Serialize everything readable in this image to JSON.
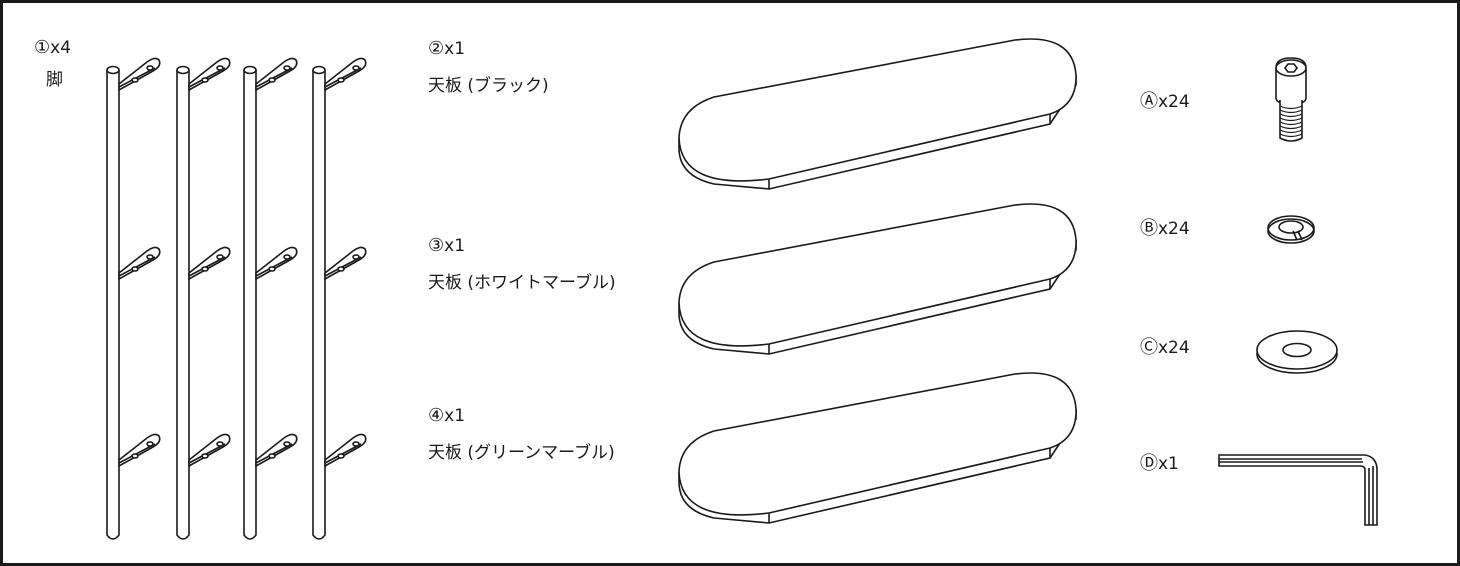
{
  "parts": {
    "legs": {
      "number": "①",
      "qty": "x4",
      "name": "脚"
    },
    "top_black": {
      "number": "②",
      "qty": "x1",
      "name": "天板 (ブラック)"
    },
    "top_white": {
      "number": "③",
      "qty": "x1",
      "name": "天板 (ホワイトマーブル)"
    },
    "top_green": {
      "number": "④",
      "qty": "x1",
      "name": "天板 (グリーンマーブル)"
    },
    "bolt": {
      "letter": "Ⓐ",
      "qty": "x24"
    },
    "spring_washer": {
      "letter": "Ⓑ",
      "qty": "x24"
    },
    "flat_washer": {
      "letter": "Ⓒ",
      "qty": "x24"
    },
    "hex_key": {
      "letter": "Ⓓ",
      "qty": "x1"
    }
  }
}
